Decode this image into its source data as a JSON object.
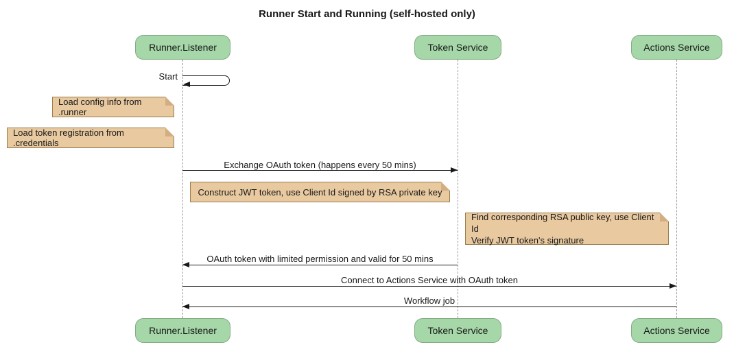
{
  "title": "Runner Start and Running (self-hosted only)",
  "participants": [
    {
      "name": "Runner.Listener"
    },
    {
      "name": "Token Service"
    },
    {
      "name": "Actions Service"
    }
  ],
  "messages": [
    {
      "label": "Start",
      "from": "Runner.Listener",
      "to": "Runner.Listener",
      "type": "self"
    },
    {
      "label": "Exchange OAuth token (happens every 50 mins)",
      "from": "Runner.Listener",
      "to": "Token Service",
      "type": "solid-right"
    },
    {
      "label": "OAuth token with limited permission and valid for 50 mins",
      "from": "Token Service",
      "to": "Runner.Listener",
      "type": "solid-left"
    },
    {
      "label": "Connect to Actions Service with OAuth token",
      "from": "Runner.Listener",
      "to": "Actions Service",
      "type": "solid-right"
    },
    {
      "label": "Workflow job",
      "from": "Actions Service",
      "to": "Runner.Listener",
      "type": "solid-left"
    }
  ],
  "notes": [
    {
      "text": "Load config info from .runner",
      "position": "left of Runner.Listener"
    },
    {
      "text": "Load token registration from .credentials",
      "position": "left of Runner.Listener"
    },
    {
      "text": "Construct JWT token, use Client Id signed by RSA private key",
      "position": "between Runner.Listener and Token Service"
    },
    {
      "lines": [
        "Find corresponding RSA public key, use Client Id",
        "Verify JWT token's signature"
      ],
      "position": "left of Actions Service"
    }
  ],
  "colors": {
    "background": "#ffffff",
    "participant_fill": "#a6d7a8",
    "participant_border": "#83ab84",
    "note_fill": "#e8c9a0",
    "note_border": "#9a7c4d",
    "note_fold": "#d4ae83",
    "lifeline": "#9a9a9a",
    "line_and_text": "#181818"
  }
}
